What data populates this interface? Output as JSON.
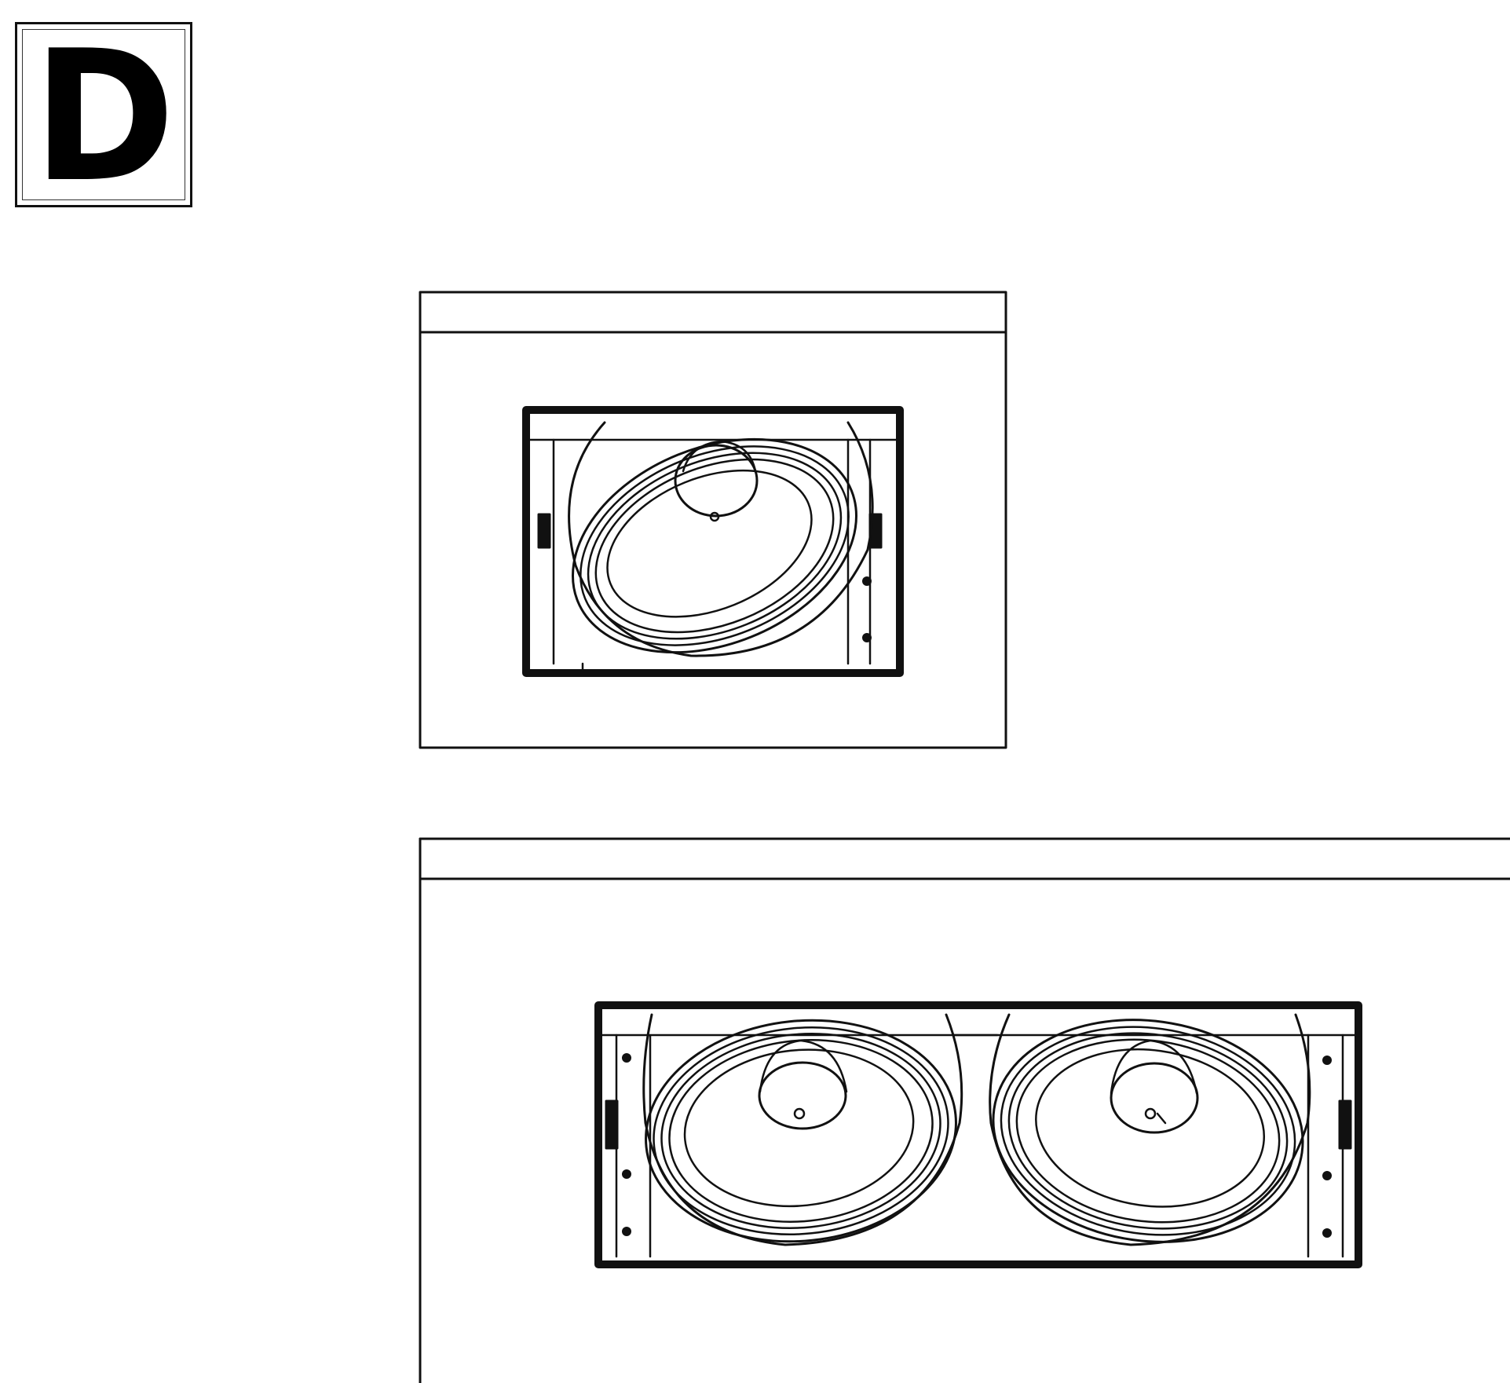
{
  "step": {
    "label": "D"
  },
  "figures": [
    {
      "name": "single-spotlight-recessed-fixture",
      "heads": 1
    },
    {
      "name": "double-spotlight-recessed-fixture",
      "heads": 2
    }
  ],
  "colors": {
    "line": "#111111",
    "background": "#ffffff"
  }
}
